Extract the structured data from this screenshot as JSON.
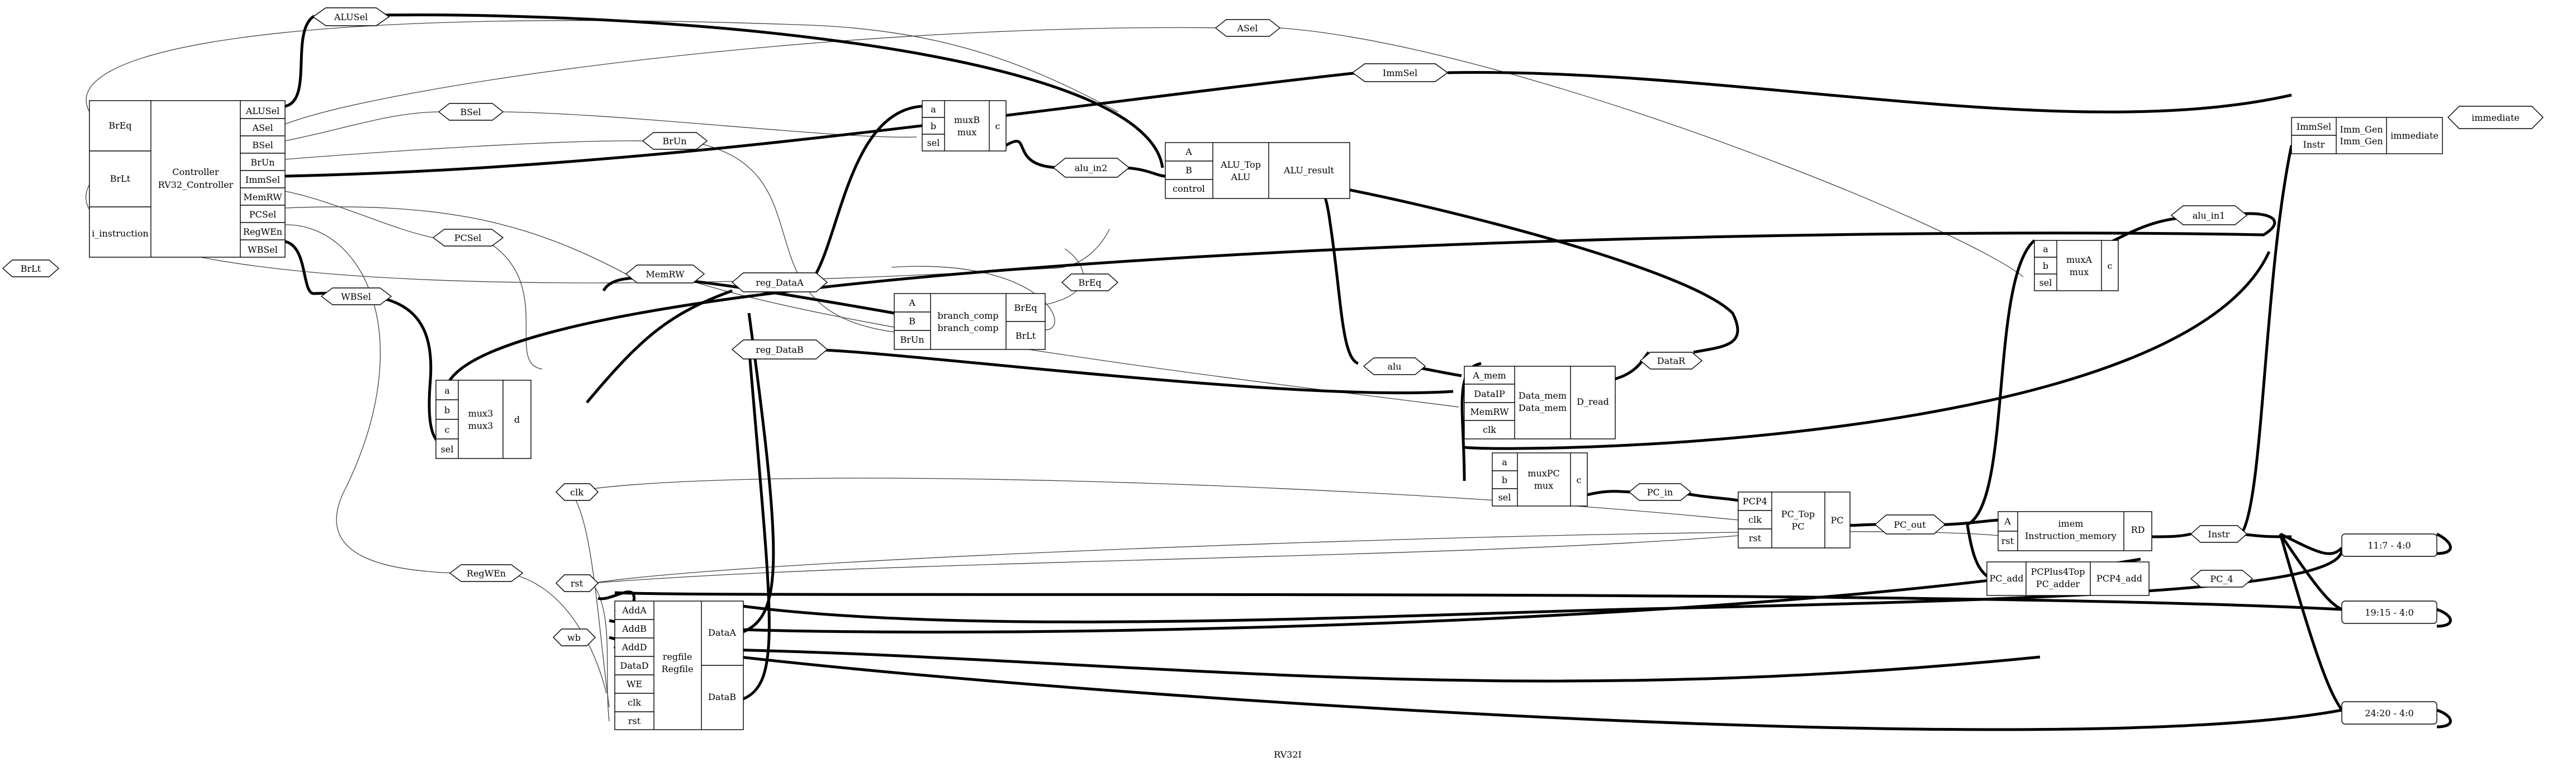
{
  "diagram_title": "RV32I",
  "controller": {
    "inputs": [
      "BrEq",
      "BrLt",
      "i_instruction"
    ],
    "name": "Controller",
    "instance": "RV32_Controller",
    "outputs": [
      "ALUSel",
      "ASel",
      "BSel",
      "BrUn",
      "ImmSel",
      "MemRW",
      "PCSel",
      "RegWEn",
      "WBSel"
    ]
  },
  "muxB": {
    "ports": [
      "a",
      "b",
      "sel"
    ],
    "name": "muxB",
    "type": "mux",
    "out": "c"
  },
  "alu": {
    "ports": [
      "A",
      "B",
      "control"
    ],
    "name": "ALU_Top",
    "type": "ALU",
    "out": "ALU_result"
  },
  "imm_gen": {
    "ports": [
      "ImmSel",
      "Instr"
    ],
    "name": "Imm_Gen",
    "type": "Imm_Gen",
    "out": "immediate"
  },
  "muxA": {
    "ports": [
      "a",
      "b",
      "sel"
    ],
    "name": "muxA",
    "type": "mux",
    "out": "c"
  },
  "branch": {
    "ports": [
      "A",
      "B",
      "BrUn"
    ],
    "name": "branch_comp",
    "type": "branch_comp",
    "outs": [
      "BrEq",
      "BrLt"
    ]
  },
  "mux3": {
    "ports": [
      "a",
      "b",
      "c",
      "sel"
    ],
    "name": "mux3",
    "type": "mux3",
    "out": "d"
  },
  "datamem": {
    "ports": [
      "A_mem",
      "DataIP",
      "MemRW",
      "clk"
    ],
    "name": "Data_mem",
    "type": "Data_mem",
    "out": "D_read"
  },
  "muxPC": {
    "ports": [
      "a",
      "b",
      "sel"
    ],
    "name": "muxPC",
    "type": "mux",
    "out": "c"
  },
  "pc": {
    "ports": [
      "PCP4",
      "clk",
      "rst"
    ],
    "name": "PC_Top",
    "type": "PC",
    "out": "PC"
  },
  "instmem": {
    "ports": [
      "A",
      "rst"
    ],
    "name": "imem",
    "type": "Instruction_memory",
    "out": "RD"
  },
  "pcadder": {
    "port": "PC_add",
    "name": "PCPlus4Top",
    "type": "PC_adder",
    "out": "PCP4_add"
  },
  "regfile": {
    "ports": [
      "AddA",
      "AddB",
      "AddD",
      "DataD",
      "WE",
      "clk",
      "rst"
    ],
    "name": "regfile",
    "type": "Regfile",
    "outs": [
      "DataA",
      "DataB"
    ]
  },
  "signals": {
    "ALUSel": "ALUSel",
    "ASel": "ASel",
    "ImmSel": "ImmSel",
    "BSel": "BSel",
    "BrUn": "BrUn",
    "PCSel": "PCSel",
    "MemRW": "MemRW",
    "WBSel": "WBSel",
    "reg_DataA": "reg_DataA",
    "reg_DataB": "reg_DataB",
    "BrEq": "BrEq",
    "BrLt": "BrLt",
    "alu_in2": "alu_in2",
    "alu_in1": "alu_in1",
    "immediate": "immediate",
    "alu": "alu",
    "DataR": "DataR",
    "PC_in": "PC_in",
    "PC_out": "PC_out",
    "PC_4": "PC_4",
    "Instr": "Instr",
    "clk": "clk",
    "rst": "rst",
    "wb": "wb",
    "RegWEn": "RegWEn",
    "slice1": "11:7 - 4:0",
    "slice2": "19:15 - 4:0",
    "slice3": "24:20 - 4:0"
  }
}
